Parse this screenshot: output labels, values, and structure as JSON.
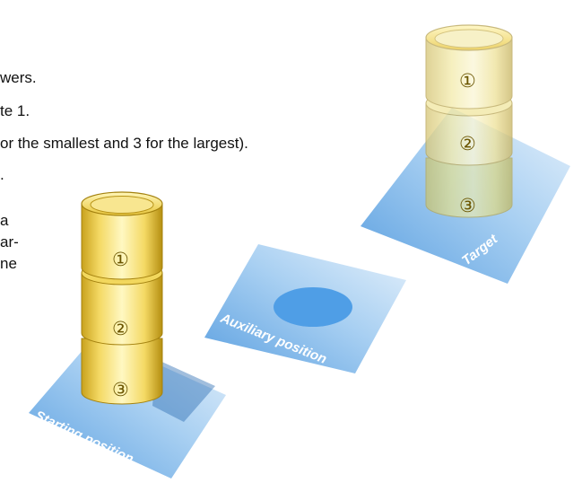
{
  "text": {
    "line1": "wers.",
    "line2": "te 1.",
    "line3": "or the smallest and 3 for the largest).",
    "line4": ".",
    "line5": "a",
    "line6": "ar-",
    "line7": "ne"
  },
  "positions": {
    "starting": "Starting position",
    "auxiliary": "Auxiliary position",
    "target": "Target"
  },
  "discs": {
    "one": "①",
    "two": "②",
    "three": "③"
  },
  "colors": {
    "disc_yellow": "#f7e27a",
    "disc_translucent": "#efe7a3",
    "plate_blue": "#7db7ea",
    "aux_ellipse": "#4f9ee6"
  }
}
